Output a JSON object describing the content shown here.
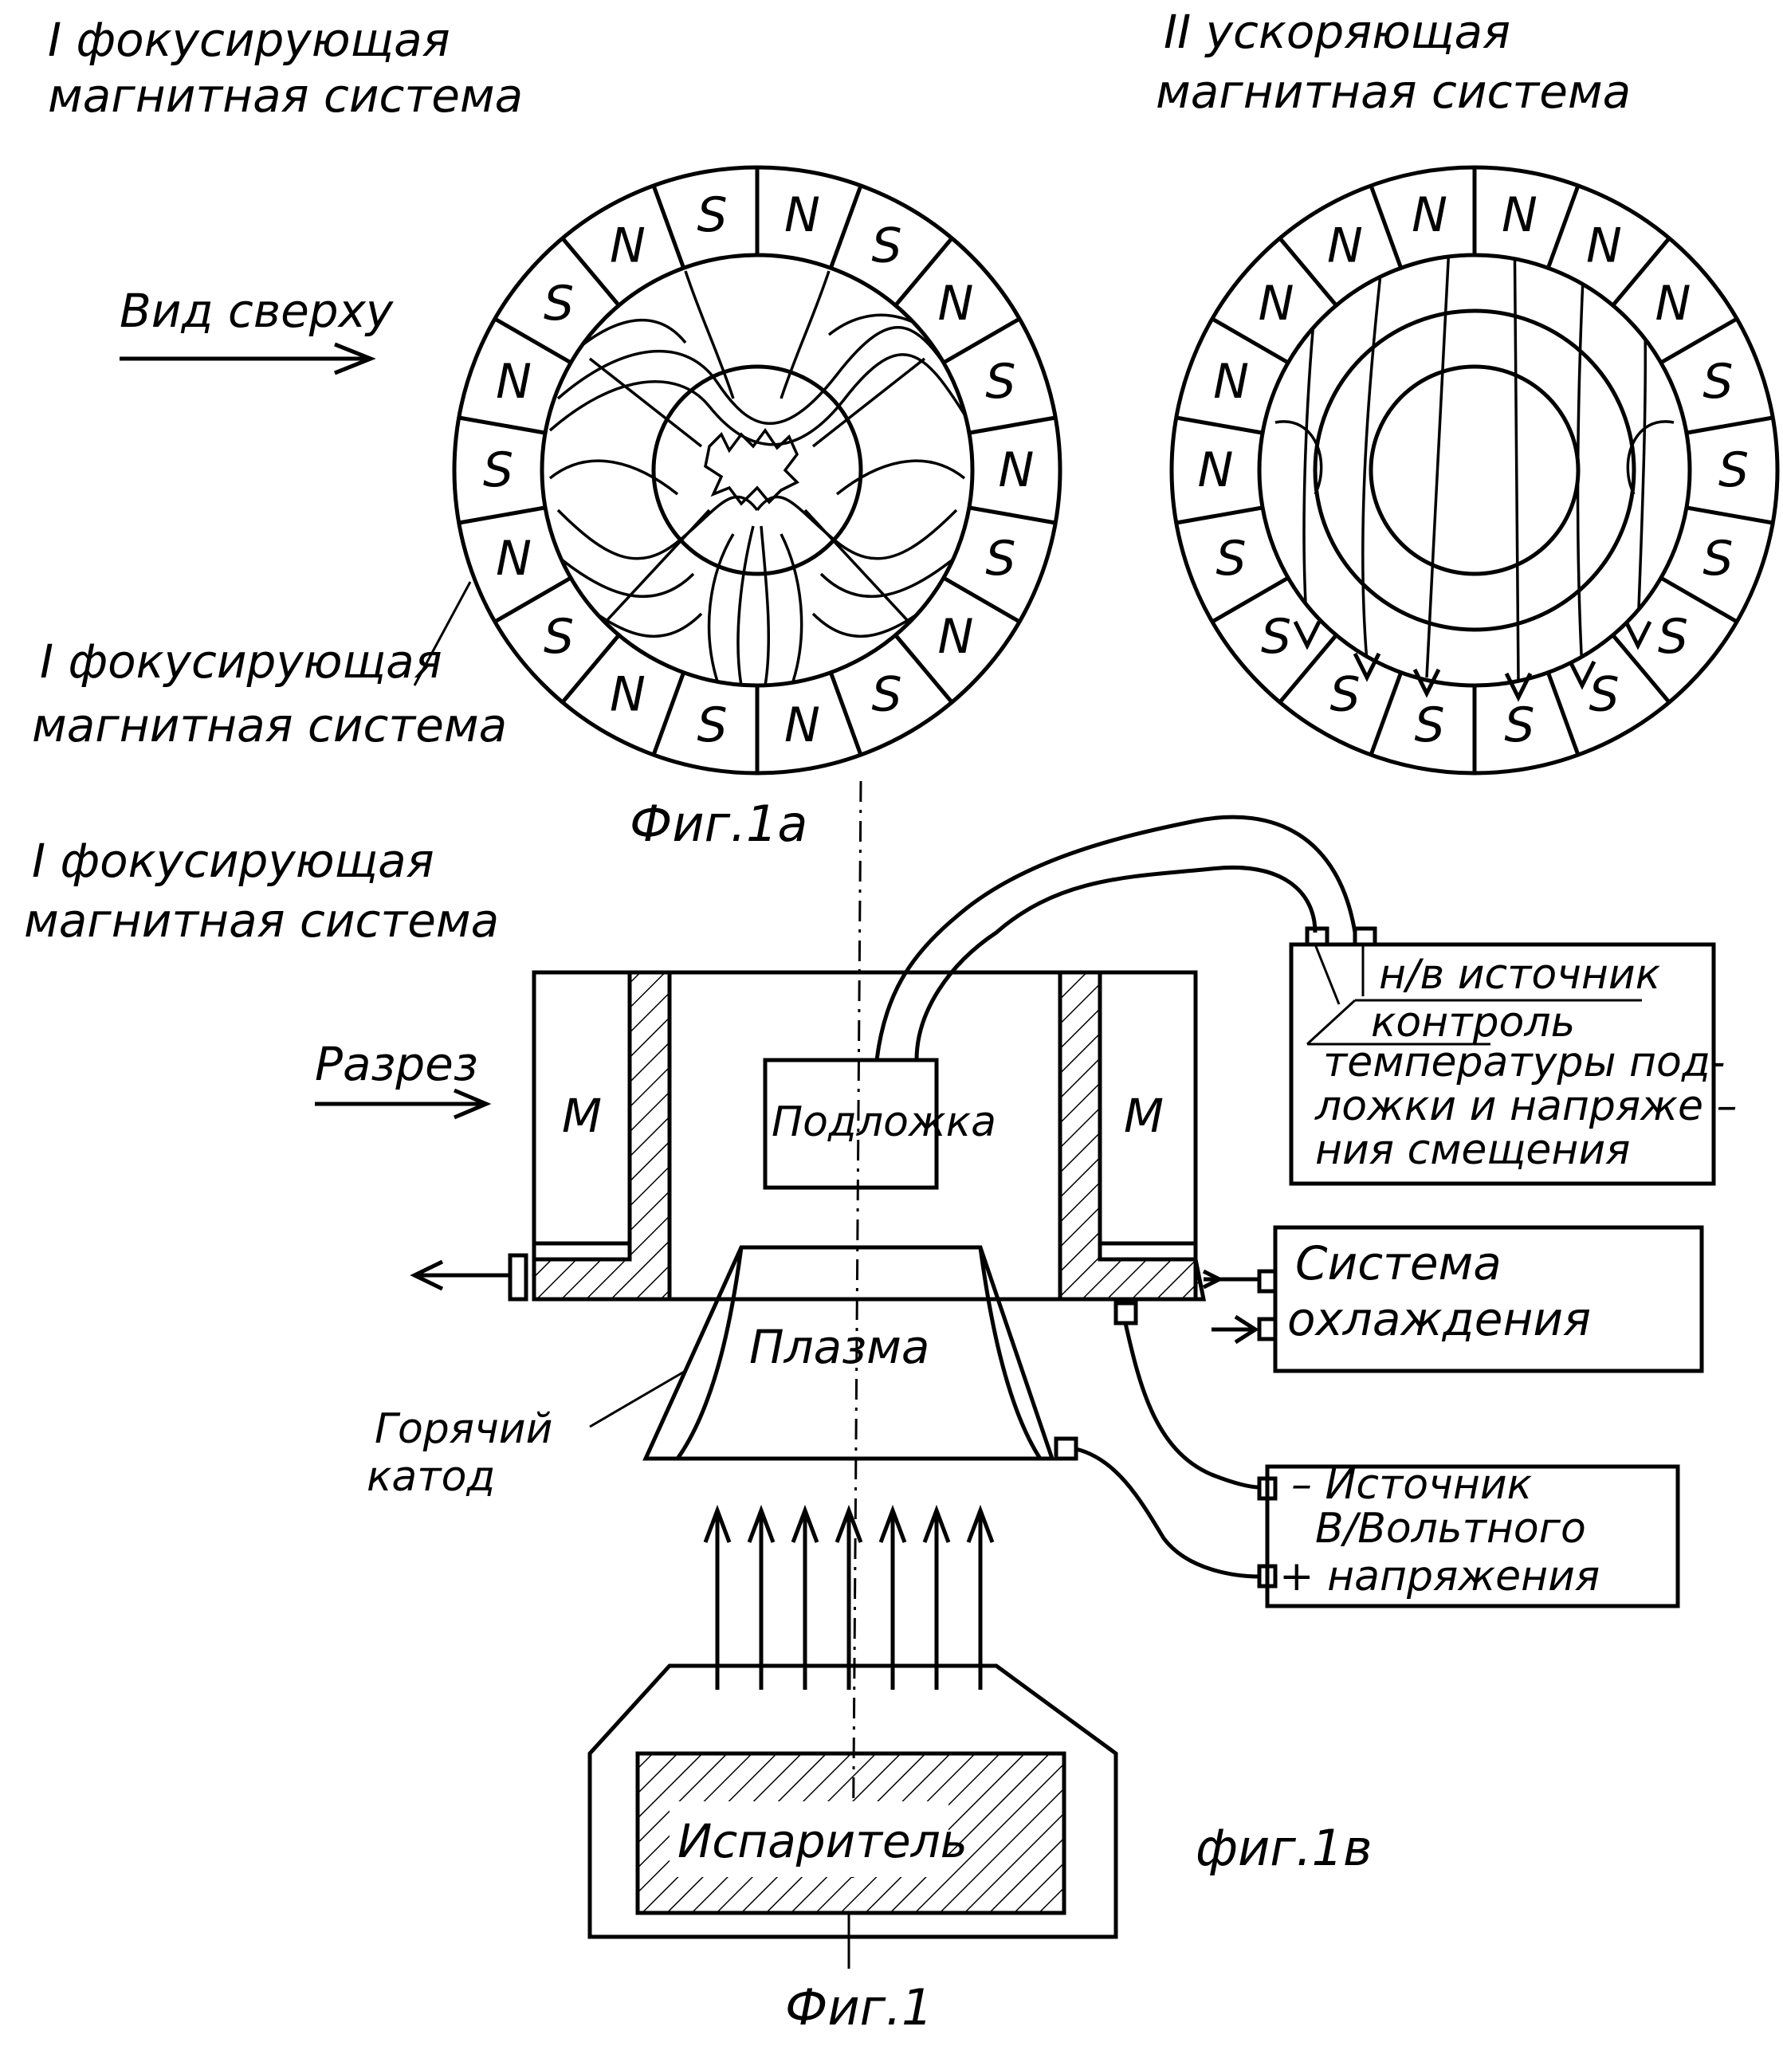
{
  "labels": {
    "focus_system_top_line1": "I фокусирующая",
    "focus_system_top_line2": "магнитная система",
    "accel_system_line1": "II ускоряющая",
    "accel_system_line2": "магнитная система",
    "top_view": "Вид сверху",
    "focus_system_mid_line1": "I фокусирующая",
    "focus_system_mid_line2": "магнитная система",
    "fig1a": "Фиг.1а",
    "focus_system_sec_line1": "I фокусирующая",
    "focus_system_sec_line2": "магнитная система",
    "section": "Разрез",
    "magnet_left": "М",
    "magnet_right": "М",
    "substrate": "Подложка",
    "hv_box_line1": "н/в источник",
    "hv_box_line2": "контроль",
    "hv_box_line3": "температуры под-",
    "hv_box_line4": "ложки и напряже –",
    "hv_box_line5": "ния смещения",
    "cooling_line1": "Система",
    "cooling_line2": "охлаждения",
    "plasma": "Плазма",
    "hot_cathode_line1": "Горячий",
    "hot_cathode_line2": "катод",
    "hvsource_line1": "–  Источник",
    "hvsource_line2": "В/Вольтного",
    "hvsource_line3": "+ напряжения",
    "evaporator": "Испаритель",
    "fig1b": "фиг.1в",
    "fig1": "Фиг.1"
  },
  "ring1_poles": [
    "S",
    "N",
    "S",
    "N",
    "S",
    "N",
    "S",
    "N",
    "S",
    "N",
    "S",
    "N",
    "S",
    "N",
    "S",
    "N",
    "S",
    "N"
  ],
  "ring2_poles_top": [
    "N",
    "N",
    "N",
    "N",
    "N",
    "N",
    "N",
    "N"
  ],
  "ring2_poles_bottom": [
    "S",
    "S",
    "S",
    "S",
    "S",
    "S",
    "S",
    "S",
    "S",
    "S"
  ]
}
